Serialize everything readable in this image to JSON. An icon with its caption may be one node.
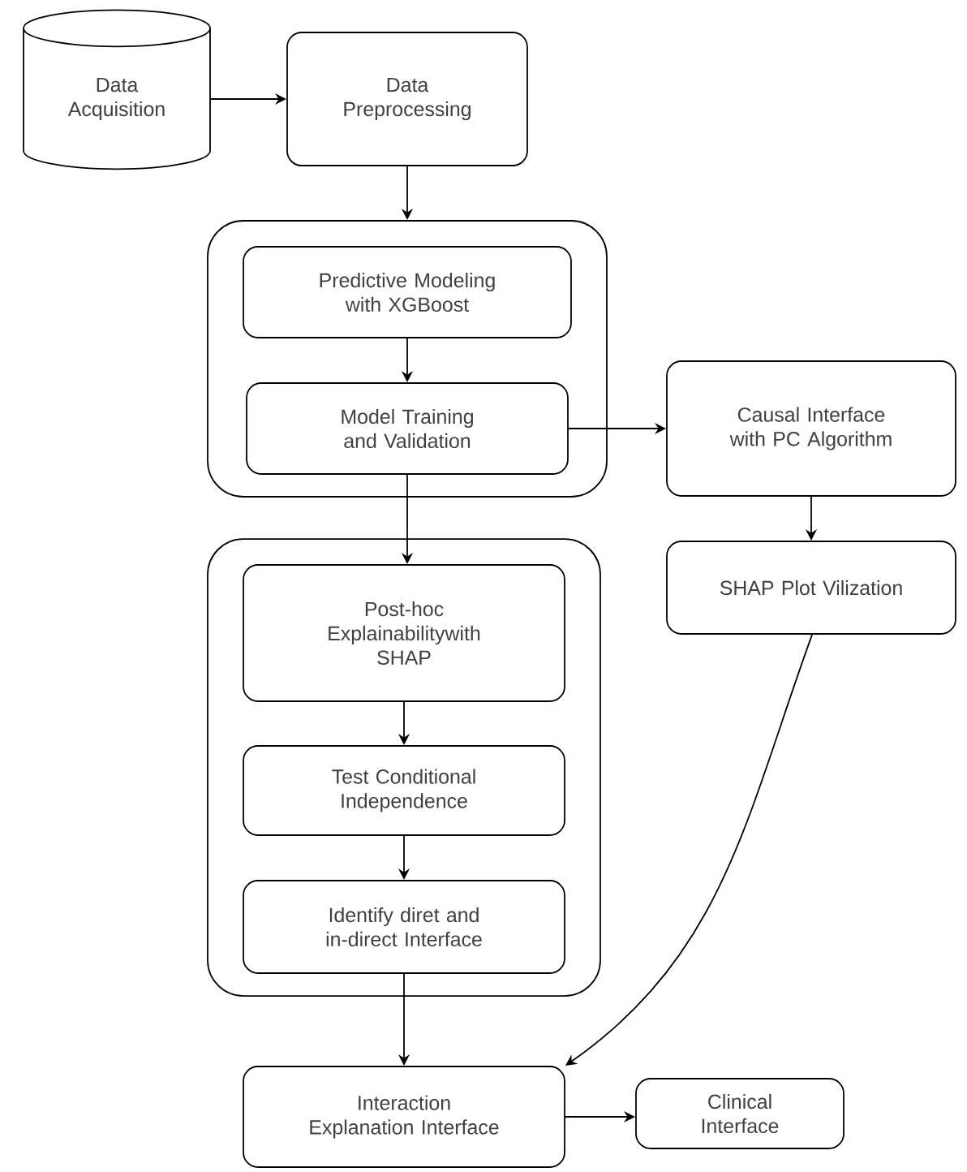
{
  "diagram": {
    "nodes": [
      {
        "text": [
          "Data Acquisition"
        ]
      },
      {
        "text": [
          "Data Preprocessing"
        ]
      },
      {
        "text": [],
        "shape": "box"
      },
      {
        "text": [
          "Predictive Modeling with XGBoost"
        ],
        "in": 2
      },
      {
        "text": [
          "Model Training and Validation"
        ],
        "in": 2
      },
      {
        "text": [],
        "shape": "box"
      },
      {
        "text": [
          "Post-hoc Explainabilitywith SHAP"
        ],
        "in": 5
      },
      {
        "text": [
          "Test Conditional Independence"
        ],
        "in": 5
      },
      {
        "text": [
          "Identify diret and in-direct Interface"
        ],
        "in": 5
      },
      {
        "text": [
          "Causal Interface with PC Algorithm"
        ]
      },
      {
        "text": [
          "SHAP Plot Vilization"
        ]
      },
      {
        "text": [
          "Interaction Explanation Interface"
        ]
      },
      {
        "text": [
          "Clinical Interface"
        ]
      }
    ],
    "edges": [
      {
        "from": 0,
        "to": 1,
        "arrow": "to"
      },
      {
        "from": 1,
        "to": 2,
        "arrow": "to"
      },
      {
        "from": 3,
        "to": 4,
        "arrow": "to"
      },
      {
        "from": 4,
        "to": 9,
        "arrow": "to"
      },
      {
        "from": 4,
        "to": 6,
        "arrow": "to"
      },
      {
        "from": 6,
        "to": 7,
        "arrow": "to"
      },
      {
        "from": 7,
        "to": 8,
        "arrow": "to"
      },
      {
        "from": 8,
        "to": 11,
        "arrow": "to"
      },
      {
        "from": 9,
        "to": 10,
        "arrow": "to"
      },
      {
        "from": 10,
        "to": 11,
        "arrow": "to"
      },
      {
        "from": 11,
        "to": 12,
        "arrow": "to"
      }
    ]
  }
}
